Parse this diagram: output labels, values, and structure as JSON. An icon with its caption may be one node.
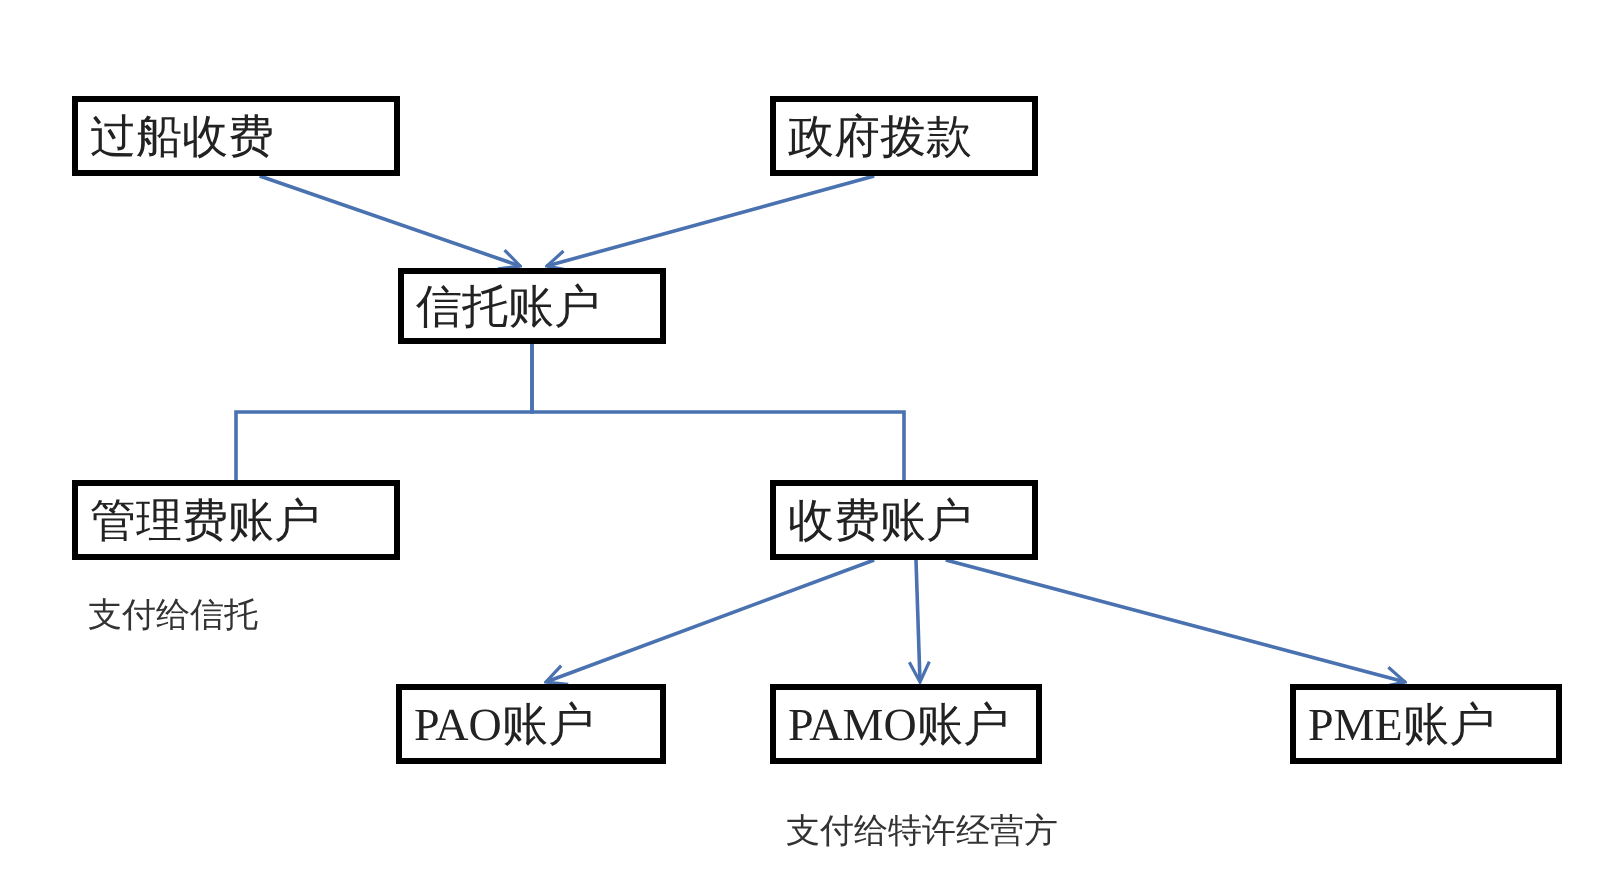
{
  "diagram": {
    "nodes": [
      {
        "text": [
          "过船收费"
        ]
      },
      {
        "text": [
          "政府拨款"
        ]
      },
      {
        "text": [
          "信托账户"
        ]
      },
      {
        "text": [
          "管理费账户"
        ],
        "beside": [
          "支付给信托"
        ]
      },
      {
        "text": [
          "收费账户"
        ]
      },
      {
        "text": [
          "PAO账户"
        ]
      },
      {
        "text": [
          "PAMO账户"
        ]
      },
      {
        "text": [
          "PME账户"
        ]
      }
    ],
    "edges": [
      {
        "from": 0,
        "to": 2,
        "arrow": "to"
      },
      {
        "from": 1,
        "to": 2,
        "arrow": "to"
      },
      {
        "from": 2,
        "to": 3,
        "arrow": "none"
      },
      {
        "from": 2,
        "to": 4,
        "arrow": "none"
      },
      {
        "from": 4,
        "to": 5,
        "arrow": "to"
      },
      {
        "from": 4,
        "to": 6,
        "arrow": "to"
      },
      {
        "from": 4,
        "to": 7,
        "arrow": "to"
      }
    ],
    "labels": [
      "支付给特许经营方"
    ]
  }
}
